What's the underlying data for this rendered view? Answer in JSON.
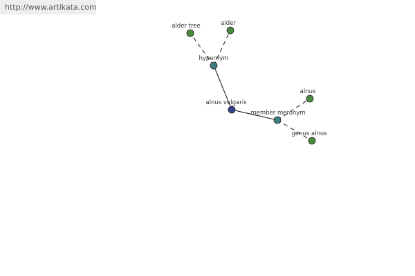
{
  "watermark": "http://www.artikata.com",
  "colors": {
    "center_node": "#33418a",
    "relation_node": "#3d7f80",
    "leaf_node": "#4a8a3e",
    "node_stroke": "#222222",
    "edge": "#111111"
  },
  "nodes": {
    "alder_tree": {
      "label": "alder tree",
      "kind": "leaf"
    },
    "alder": {
      "label": "alder",
      "kind": "leaf"
    },
    "hypernym": {
      "label": "hypernym",
      "kind": "relation"
    },
    "alnus_vulgaris": {
      "label": "alnus vulgaris",
      "kind": "center"
    },
    "member_meronym": {
      "label": "member meronym",
      "kind": "relation"
    },
    "alnus": {
      "label": "alnus",
      "kind": "leaf"
    },
    "genus_alnus": {
      "label": "genus alnus",
      "kind": "leaf"
    }
  },
  "edges": [
    {
      "from": "hypernym",
      "to": "alder_tree",
      "style": "dashed"
    },
    {
      "from": "hypernym",
      "to": "alder",
      "style": "dashed"
    },
    {
      "from": "alnus_vulgaris",
      "to": "hypernym",
      "style": "solid"
    },
    {
      "from": "alnus_vulgaris",
      "to": "member_meronym",
      "style": "solid"
    },
    {
      "from": "member_meronym",
      "to": "alnus",
      "style": "dashed"
    },
    {
      "from": "member_meronym",
      "to": "genus_alnus",
      "style": "dashed"
    }
  ]
}
